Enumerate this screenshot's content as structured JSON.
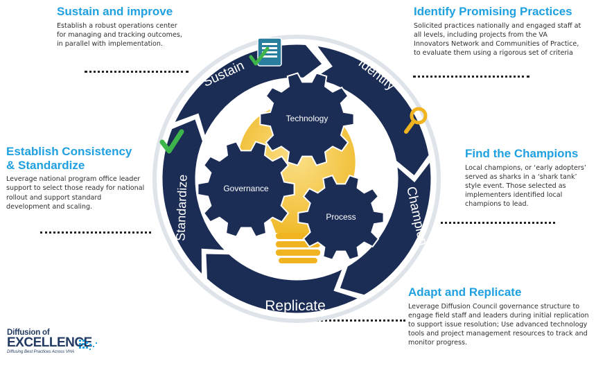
{
  "blocks": {
    "sustain": {
      "title": "Sustain and improve",
      "body": "Establish a robust operations center for managing and tracking outcomes, in parallel with implementation."
    },
    "identify": {
      "title": "Identify Promising Practices",
      "body": "Solicited practices nationally and engaged staff at all levels, including projects from the VA Innovators Network and Communities of Practice, to evaluate them using a rigorous set of criteria"
    },
    "standardize": {
      "title_line1": "Establish Consistency",
      "title_line2": "& Standardize",
      "body": "Leverage national program office leader support to select those ready for national rollout and support standard development and scaling."
    },
    "champion": {
      "title": "Find the Champions",
      "body": "Local champions, or ‘early adopters’ served as sharks in a ‘shark tank’ style event. Those selected as implementers identified local champions to lead."
    },
    "replicate": {
      "title": "Adapt and Replicate",
      "body": "Leverage Diffusion Council governance structure to engage field staff and leaders during initial replication to support issue resolution; Use advanced technology tools and project management resources to track and monitor progress."
    }
  },
  "cycle_labels": {
    "sustain": "Sustain",
    "identify": "Identify",
    "champion": "Champion",
    "replicate": "Replicate",
    "standardize": "Standardize"
  },
  "gears": {
    "technology": "Technology",
    "governance": "Governance",
    "process": "Process"
  },
  "logo": {
    "line1": "Diffusion of",
    "line2": "EXCELLENCE",
    "line3": "Diffusing Best Practices Across VHA"
  },
  "colors": {
    "ring": "#1c2d55",
    "ring_light": "#2d4473",
    "heading": "#1fa0e0",
    "bulb": "#f2c23c",
    "bulb_base": "#f0b421",
    "check": "#3db54a",
    "magnifier": "#f0b421"
  },
  "icons": [
    "checklist-icon",
    "magnifier-icon",
    "checkmark-icon",
    "lightbulb-icon",
    "gear-icon"
  ]
}
